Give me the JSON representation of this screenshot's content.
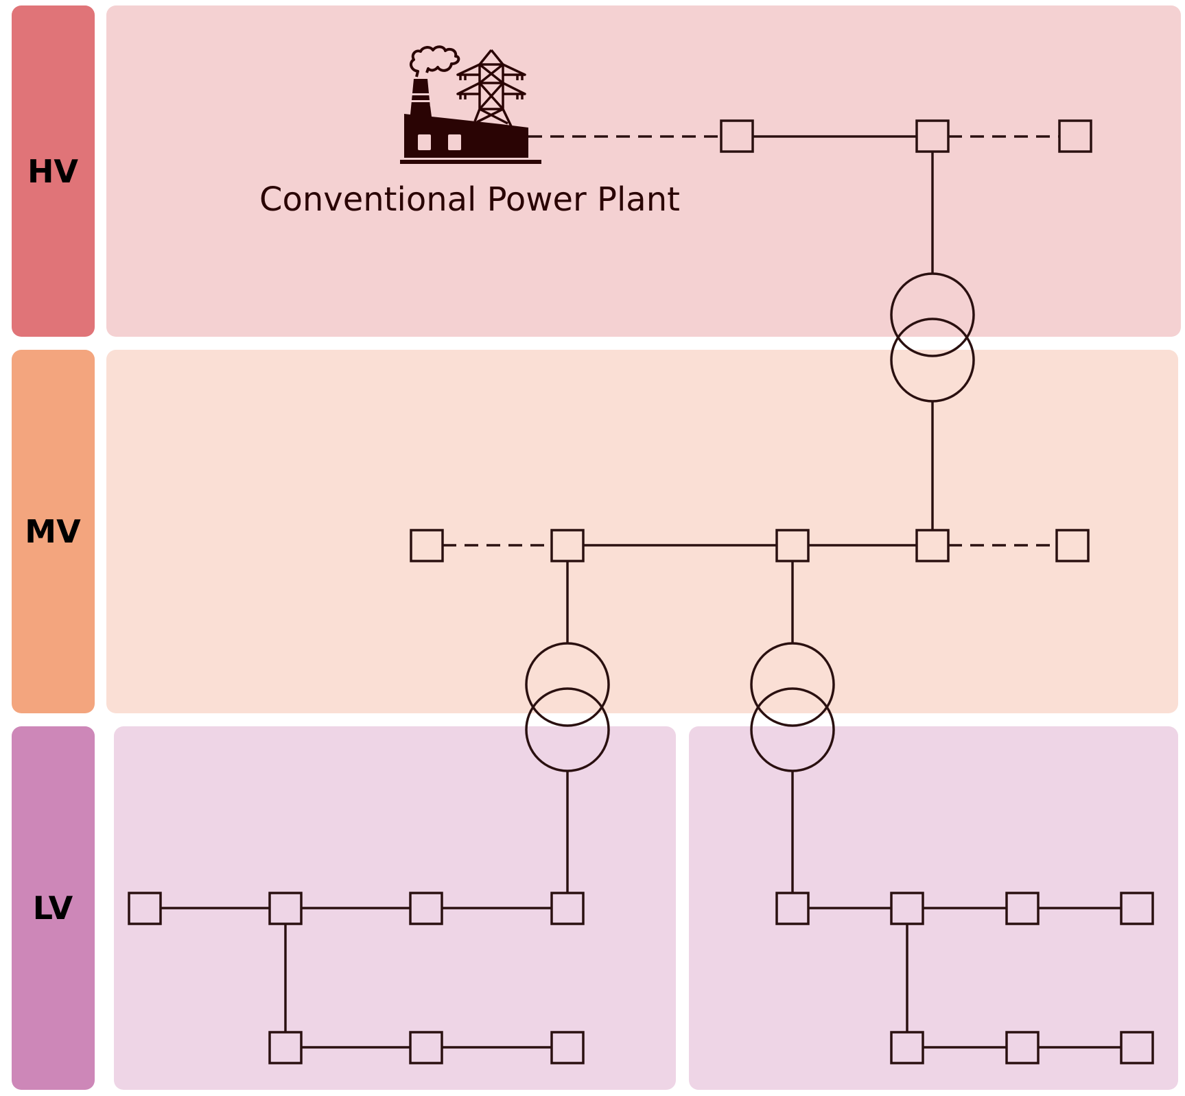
{
  "levels": {
    "hv": {
      "label": "HV"
    },
    "mv": {
      "label": "MV"
    },
    "lv": {
      "label": "LV"
    }
  },
  "plant": {
    "label": "Conventional Power Plant",
    "icon": "power-plant-with-pylon-icon"
  },
  "colors": {
    "hv_label_bg": "#e07478",
    "hv_zone_bg": "#f4d1d2",
    "mv_label_bg": "#f3a57e",
    "mv_zone_bg": "#fadfd5",
    "lv_label_bg": "#cd87b8",
    "lv_zone_bg": "#eed5e6",
    "line": "#2a1010",
    "node_fill_hv": "#f4d1d2",
    "node_fill_mv": "#fadfd5",
    "node_fill_lv": "#eed5e6"
  },
  "legend_symbols": {
    "bus_node": "square",
    "transformer": "two-overlapping-circles",
    "solid_line": "connected line",
    "dashed_line": "continuing line"
  }
}
